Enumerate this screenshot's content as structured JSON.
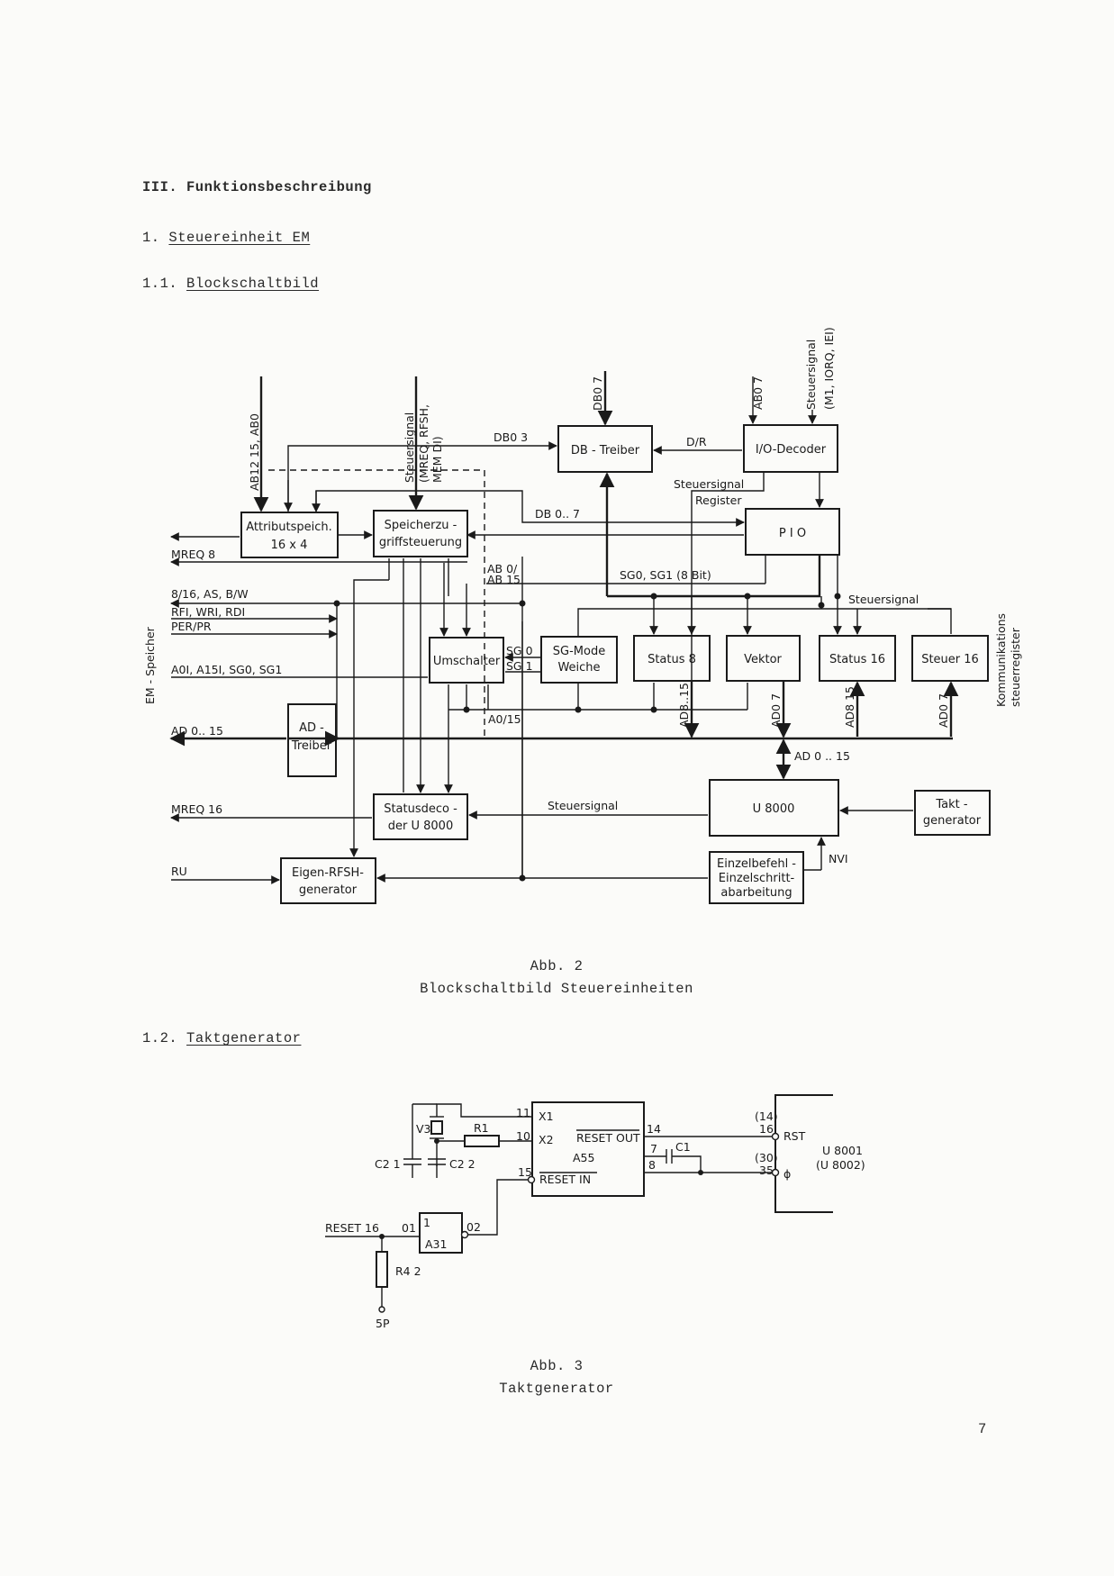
{
  "section": {
    "title": "III. Funktionsbeschreibung"
  },
  "sub1": {
    "num": "1.",
    "title": "Steuereinheit EM"
  },
  "sub11": {
    "num": "1.1.",
    "title": "Blockschaltbild"
  },
  "sub12": {
    "num": "1.2.",
    "title": "Taktgenerator"
  },
  "fig2": {
    "caption_num": "Abb. 2",
    "caption": "Blockschaltbild Steuereinheiten",
    "blocks": {
      "attribut": [
        "Attributspeich.",
        "16 x 4"
      ],
      "speicherzu": [
        "Speicherzu -",
        "griffsteuerung"
      ],
      "dbtreiber": "DB - Treiber",
      "iodecoder": "I/O-Decoder",
      "pio": "P I O",
      "umschalter": "Umschalter",
      "sgmode": [
        "SG-Mode",
        "Weiche"
      ],
      "status8": "Status 8",
      "vektor": "Vektor",
      "status16": "Status 16",
      "steuer16": "Steuer 16",
      "adtreiber": [
        "AD -",
        "Treiber"
      ],
      "statusdeco": [
        "Statusdeco -",
        "der  U  8000"
      ],
      "u8000": "U 8000",
      "taktgen": [
        "Takt -",
        "generator"
      ],
      "eigenrfsh": [
        "Eigen-RFSH-",
        "generator"
      ],
      "einzel": [
        "Einzelbefehl -",
        "Einzelschritt-",
        "abarbeitung"
      ]
    },
    "labels": {
      "em_speicher": "EM - Speicher",
      "komm": [
        "Kommunikations",
        "steuerregister"
      ],
      "ab12": "AB12  15, AB0",
      "steuersignal_v": "Steuersignal",
      "mreq_rfsh": "(MREQ, RFSH,",
      "memdi": "MEM DI)",
      "db0_7_top": "DB0  7",
      "ab0_7": "AB0  7",
      "steuersignal_v2": "Steuersignal",
      "m1_iorq": "(M1, IORQ, IEI)",
      "db0_3": "DB0   3",
      "dr": "D/R",
      "steuersignal_reg": "Steuersignal",
      "register": "Register",
      "db0_7_mid": "DB 0.. 7",
      "mreq8": "MREQ 8",
      "sig_816": "8/16, AS, B/W",
      "rfi": "RFI, WRI, RDI",
      "per": "PER/PR",
      "a01": "A0I, A15I, SG0, SG1",
      "ab0_ab15": [
        "AB 0/",
        "AB 15"
      ],
      "sg01_8bit": "SG0, SG1    (8 Bit)",
      "steuersignal_h": "Steuersignal",
      "sg0": "SG 0",
      "sg1": "SG 1",
      "a0_15": "A0/15",
      "ad8_15a": "AD8..15",
      "ad0_7a": "AD0   7",
      "ad8_15b": "AD8  15",
      "ad0_7b": "AD0   7",
      "ad0_15_left": "AD 0.. 15",
      "ad0_15_mid": "AD 0 .. 15",
      "mreq16": "MREQ 16",
      "steuersignal_low": "Steuersignal",
      "ru": "RU",
      "nvi": "NVI"
    }
  },
  "fig3": {
    "caption_num": "Abb. 3",
    "caption": "Taktgenerator",
    "labels": {
      "v3": "V3",
      "r1": "R1",
      "c21": "C2 1",
      "c22": "C2 2",
      "p11": "11",
      "p10": "10",
      "p15": "15",
      "x1": "X1",
      "x2": "X2",
      "reset_out": "RESET OUT",
      "a55": "A55",
      "reset_in": "RESET IN",
      "p14": "14",
      "p7": "7",
      "p8": "8",
      "c1": "C1",
      "p14b": "(14)",
      "p16": "16",
      "p30": "(30)",
      "p35": "35",
      "rst": "RST",
      "phi": "ϕ",
      "u8001": "U 8001",
      "u8002": "(U 8002)",
      "reset16": "RESET 16",
      "p01": "01",
      "p02": "02",
      "g1": "1",
      "a31": "A31",
      "r42": "R4  2",
      "sp": "5P"
    }
  },
  "page_number": "7"
}
